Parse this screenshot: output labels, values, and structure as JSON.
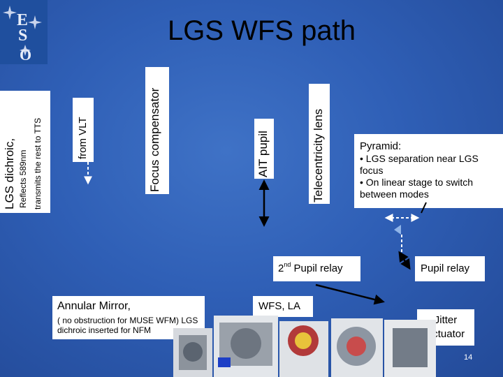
{
  "header": {
    "title": "LGS WFS path"
  },
  "logo": {
    "text": "ESO",
    "icon": "eso-logo-icon"
  },
  "vertical_labels": {
    "lgs_dichroic": "LGS dichroic,",
    "reflects": "Reflects 589nm",
    "transmits": "transmits the rest to TTS",
    "from_vlt": "from VLT",
    "focus_compensator": "Focus compensator",
    "ait_pupil": "AIT pupil",
    "telecentricity_lens": "Telecentricity lens"
  },
  "pyramid": {
    "title": "Pyramid:",
    "bullets": [
      "• LGS separation near LGS focus",
      "• On linear stage to switch between modes"
    ]
  },
  "labels": {
    "pupil_relay_2nd_prefix": "2",
    "pupil_relay_2nd_sup": "nd",
    "pupil_relay_2nd_suffix": " Pupil relay",
    "pupil_relay": "Pupil relay",
    "wfs_la": "WFS, LA",
    "jitter_actuator": "Jitter actuator"
  },
  "annular": {
    "title": "Annular Mirror,",
    "note": "( no obstruction for MUSE WFM) LGS dichroic inserted for NFM"
  },
  "page_number": "14",
  "colors": {
    "background": "#2f5fb6",
    "box": "#ffffff",
    "text": "#000000",
    "arrow": "#000000",
    "dashed_arrow": "#ffffff"
  }
}
